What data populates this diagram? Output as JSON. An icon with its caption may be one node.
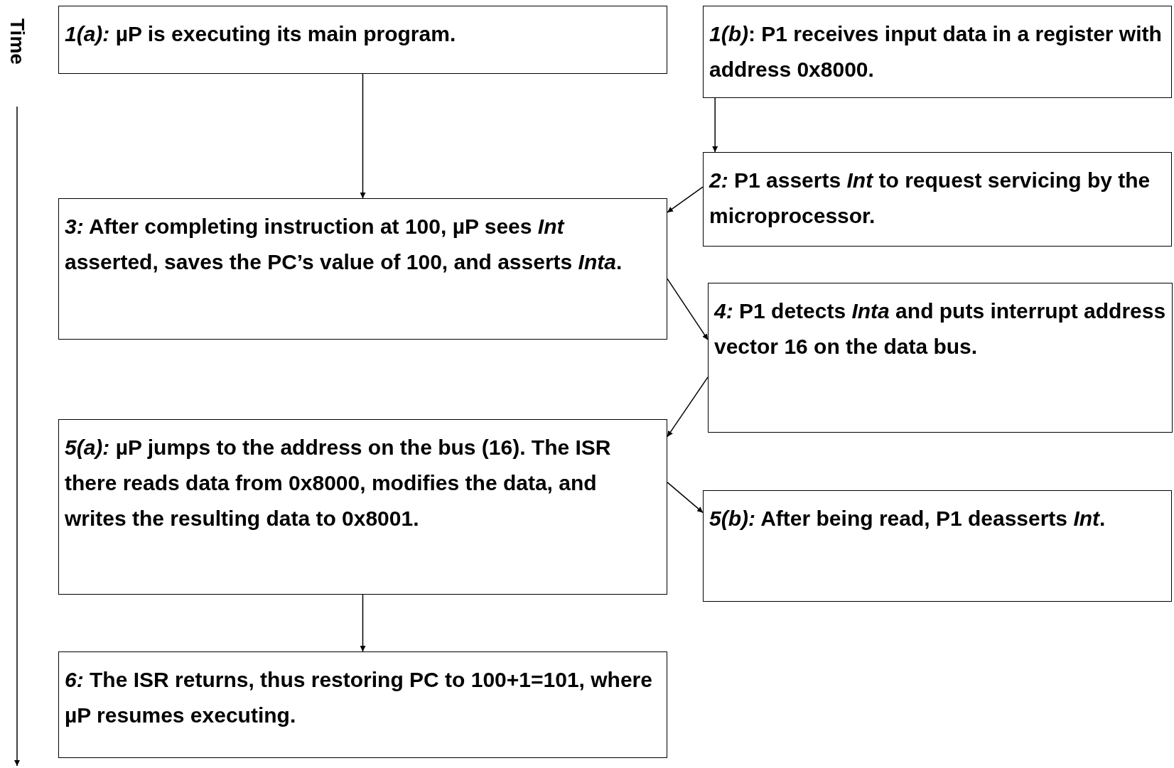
{
  "diagram": {
    "nodes": [
      {
        "text": [
          "*1(a):* µP is executing its main program."
        ]
      },
      {
        "text": [
          "*1(b)*: P1 receives input data in a register with address 0x8000."
        ]
      },
      {
        "text": [
          "*2:* P1 asserts *Int* to request servicing by the microprocessor."
        ]
      },
      {
        "text": [
          "*3:* After completing instruction at 100, µP sees *Int* asserted, saves the PC’s value of 100, and asserts *Inta*."
        ]
      },
      {
        "text": [
          "*4:* P1 detects *Inta* and puts interrupt address vector 16 on the data bus."
        ]
      },
      {
        "text": [
          "*5(a):* µP jumps to the address on the bus (16). The ISR there reads data from 0x8000, modifies the data, and writes the resulting data to 0x8001."
        ]
      },
      {
        "text": [
          "*5(b):* After being read, P1 deasserts *Int*."
        ]
      },
      {
        "text": [
          "*6:* The ISR returns, thus restoring PC to 100+1=101, where µP resumes executing."
        ]
      }
    ],
    "edges": [
      {
        "from": 0,
        "to": 3,
        "arrow": "to"
      },
      {
        "from": 1,
        "to": 2,
        "arrow": "to"
      },
      {
        "from": 2,
        "to": 3,
        "arrow": "to"
      },
      {
        "from": 3,
        "to": 4,
        "arrow": "to"
      },
      {
        "from": 4,
        "to": 5,
        "arrow": "to"
      },
      {
        "from": 5,
        "to": 6,
        "arrow": "to"
      },
      {
        "from": 5,
        "to": 7,
        "arrow": "to"
      }
    ],
    "labels": [
      "Time"
    ]
  }
}
